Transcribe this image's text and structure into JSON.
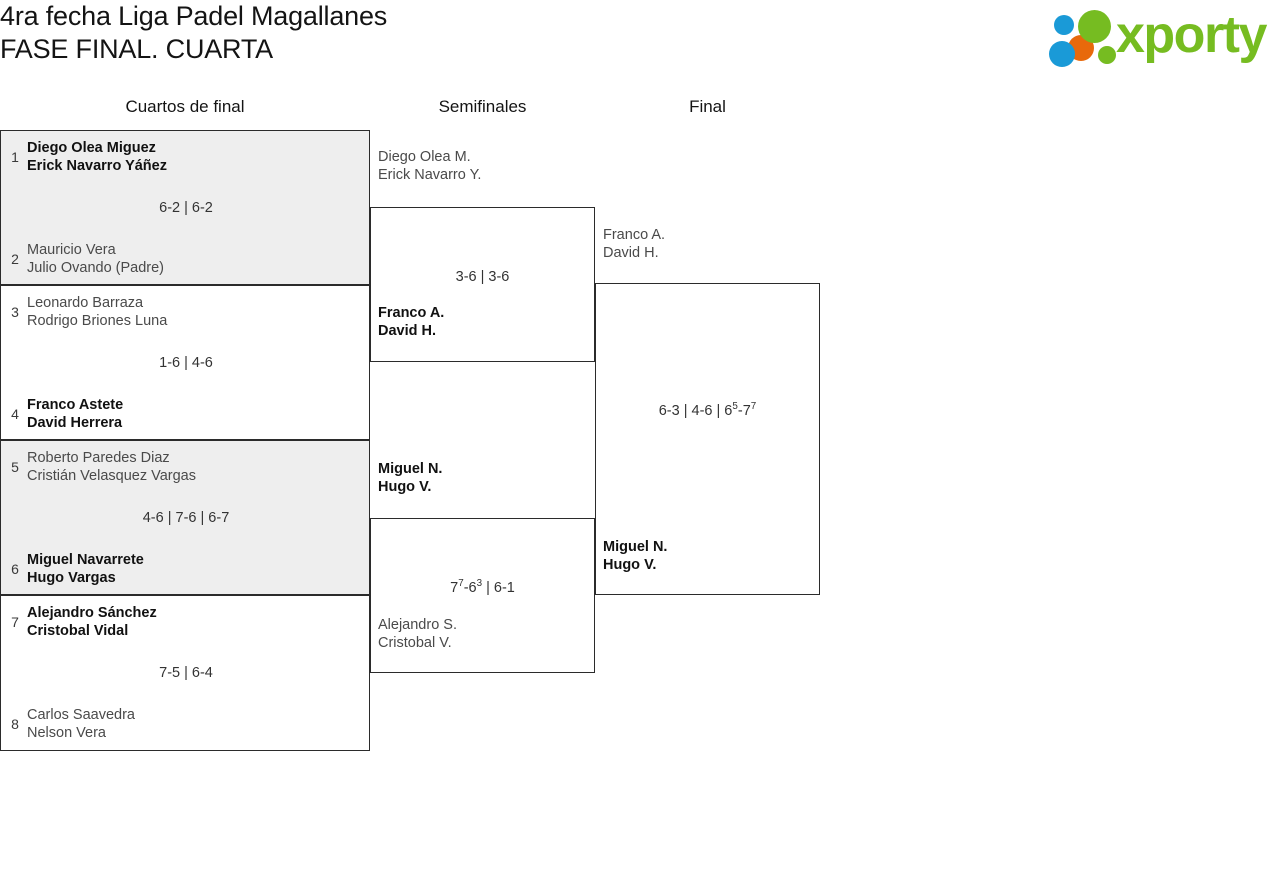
{
  "header": {
    "title_line1": "4ra fecha Liga Padel Magallanes",
    "title_line2": "FASE FINAL. CUARTA",
    "logo_text": "xporty"
  },
  "rounds": [
    {
      "label": "Cuartos de final"
    },
    {
      "label": "Semifinales"
    },
    {
      "label": "Final"
    }
  ],
  "quarterfinals": [
    {
      "top": {
        "seed": "1",
        "p1": "Diego Olea Miguez",
        "p2": "Erick Navarro Yáñez",
        "winner": true
      },
      "bottom": {
        "seed": "2",
        "p1": "Mauricio Vera",
        "p2": "Julio Ovando (Padre)",
        "winner": false
      },
      "score": "6-2 | 6-2"
    },
    {
      "top": {
        "seed": "3",
        "p1": "Leonardo Barraza",
        "p2": "Rodrigo Briones Luna",
        "winner": false
      },
      "bottom": {
        "seed": "4",
        "p1": "Franco Astete",
        "p2": "David Herrera",
        "winner": true
      },
      "score": "1-6 | 4-6"
    },
    {
      "top": {
        "seed": "5",
        "p1": "Roberto Paredes Diaz",
        "p2": "Cristián Velasquez Vargas",
        "winner": false
      },
      "bottom": {
        "seed": "6",
        "p1": "Miguel Navarrete",
        "p2": "Hugo Vargas",
        "winner": true
      },
      "score": "4-6 | 7-6 | 6-7"
    },
    {
      "top": {
        "seed": "7",
        "p1": "Alejandro Sánchez",
        "p2": "Cristobal Vidal",
        "winner": true
      },
      "bottom": {
        "seed": "8",
        "p1": "Carlos Saavedra",
        "p2": "Nelson Vera",
        "winner": false
      },
      "score": "7-5 | 6-4"
    }
  ],
  "semifinals": [
    {
      "top": {
        "p1": "Diego Olea M.",
        "p2": "Erick Navarro Y.",
        "winner": false
      },
      "bottom": {
        "p1": "Franco A.",
        "p2": "David H.",
        "winner": true
      },
      "score": "3-6 | 3-6"
    },
    {
      "top": {
        "p1": "Miguel N.",
        "p2": "Hugo V.",
        "winner": true
      },
      "bottom": {
        "p1": "Alejandro S.",
        "p2": "Cristobal V.",
        "winner": false
      },
      "score_parts": [
        {
          "text": "7",
          "sup": "7"
        },
        {
          "text": "-6",
          "sup": "3"
        },
        {
          "text": " | 6-1",
          "sup": ""
        }
      ],
      "score": "77-63 | 6-1"
    }
  ],
  "final": {
    "top": {
      "p1": "Franco A.",
      "p2": "David H.",
      "winner": false
    },
    "bottom": {
      "p1": "Miguel N.",
      "p2": "Hugo V.",
      "winner": true
    },
    "score_parts": [
      {
        "text": "6-3 | 4-6 | 6",
        "sup": "5"
      },
      {
        "text": "-7",
        "sup": "7"
      }
    ],
    "score": "6-3 | 4-6 | 65-77"
  },
  "colors": {
    "shade": "#eeeeee",
    "border": "#2b2b2b",
    "logo_green": "#76bc21",
    "logo_blue": "#1a9ad7",
    "logo_orange": "#e8690b"
  }
}
